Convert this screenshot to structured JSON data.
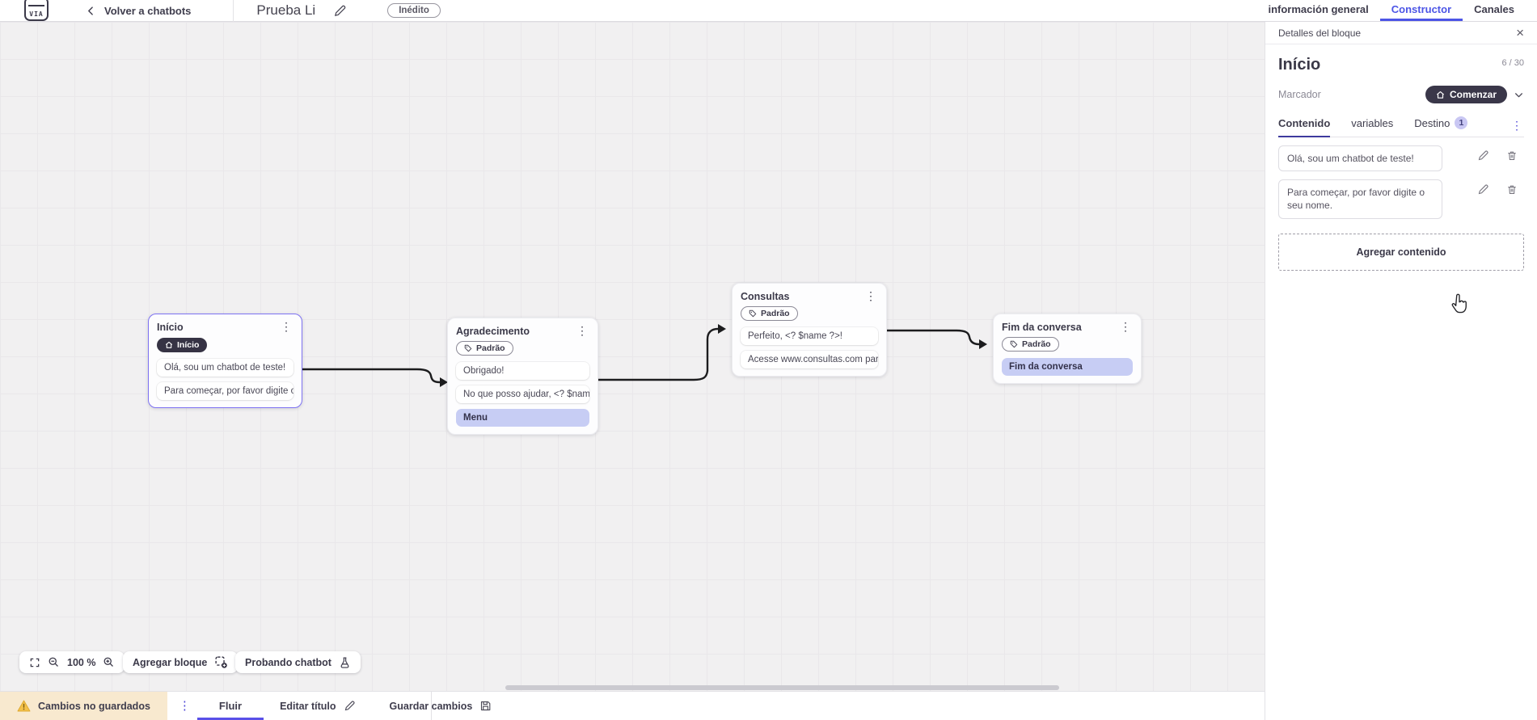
{
  "colors": {
    "accent_blue": "#4c55e6",
    "dark_pill": "#363344",
    "highlight_row": "#c7cdf4",
    "selected_block_border": "#7e72f2",
    "warning_bg": "#f8e9cf",
    "footer_underline": "#5a50e8"
  },
  "header": {
    "logo_text": "VIA",
    "back_label": "Volver a chatbots",
    "chatbot_title": "Prueba Li",
    "status_badge": "Inédito",
    "tabs": [
      {
        "label": "información general"
      },
      {
        "label": "Constructor"
      },
      {
        "label": "Canales"
      }
    ],
    "active_tab": "Constructor"
  },
  "canvas": {
    "zoom_level": "100 %",
    "add_block_label": "Agregar bloque",
    "test_chatbot_label": "Probando chatbot",
    "blocks": [
      {
        "title": "Início",
        "badge": "Início",
        "badge_style": "dark",
        "selected": true,
        "items": [
          {
            "text": "Olá, sou um chatbot de teste!",
            "highlight": false
          },
          {
            "text": "Para começar, por favor digite o ...",
            "highlight": false
          }
        ]
      },
      {
        "title": "Agradecimento",
        "badge": "Padrão",
        "badge_style": "outline",
        "selected": false,
        "items": [
          {
            "text": "Obrigado!",
            "highlight": false
          },
          {
            "text": "No que posso ajudar, <? $name ...",
            "highlight": false
          },
          {
            "text": "Menu",
            "highlight": true
          }
        ]
      },
      {
        "title": "Consultas",
        "badge": "Padrão",
        "badge_style": "outline",
        "selected": false,
        "items": [
          {
            "text": "Perfeito, <? $name ?>!",
            "highlight": false
          },
          {
            "text": "Acesse www.consultas.com par...",
            "highlight": false
          }
        ]
      },
      {
        "title": "Fim da conversa",
        "badge": "Padrão",
        "badge_style": "outline",
        "selected": false,
        "items": [
          {
            "text": "Fim da conversa",
            "highlight": true
          }
        ]
      }
    ]
  },
  "panel": {
    "header": "Detalles del bloque",
    "block_name": "Início",
    "char_count": "6 / 30",
    "marker_label": "Marcador",
    "marker_value": "Comenzar",
    "tabs": [
      {
        "label": "Contenido"
      },
      {
        "label": "variables"
      },
      {
        "label": "Destino",
        "badge": "1"
      }
    ],
    "active_tab": "Contenido",
    "contents": [
      {
        "text": "Olá, sou um chatbot de teste!"
      },
      {
        "text": "Para começar, por favor digite o seu nome."
      }
    ],
    "add_content_label": "Agregar contenido"
  },
  "footer": {
    "warning_label": "Cambios no guardados",
    "flow_tab_label": "Fluir",
    "edit_title_label": "Editar título",
    "save_label": "Guardar cambios"
  }
}
